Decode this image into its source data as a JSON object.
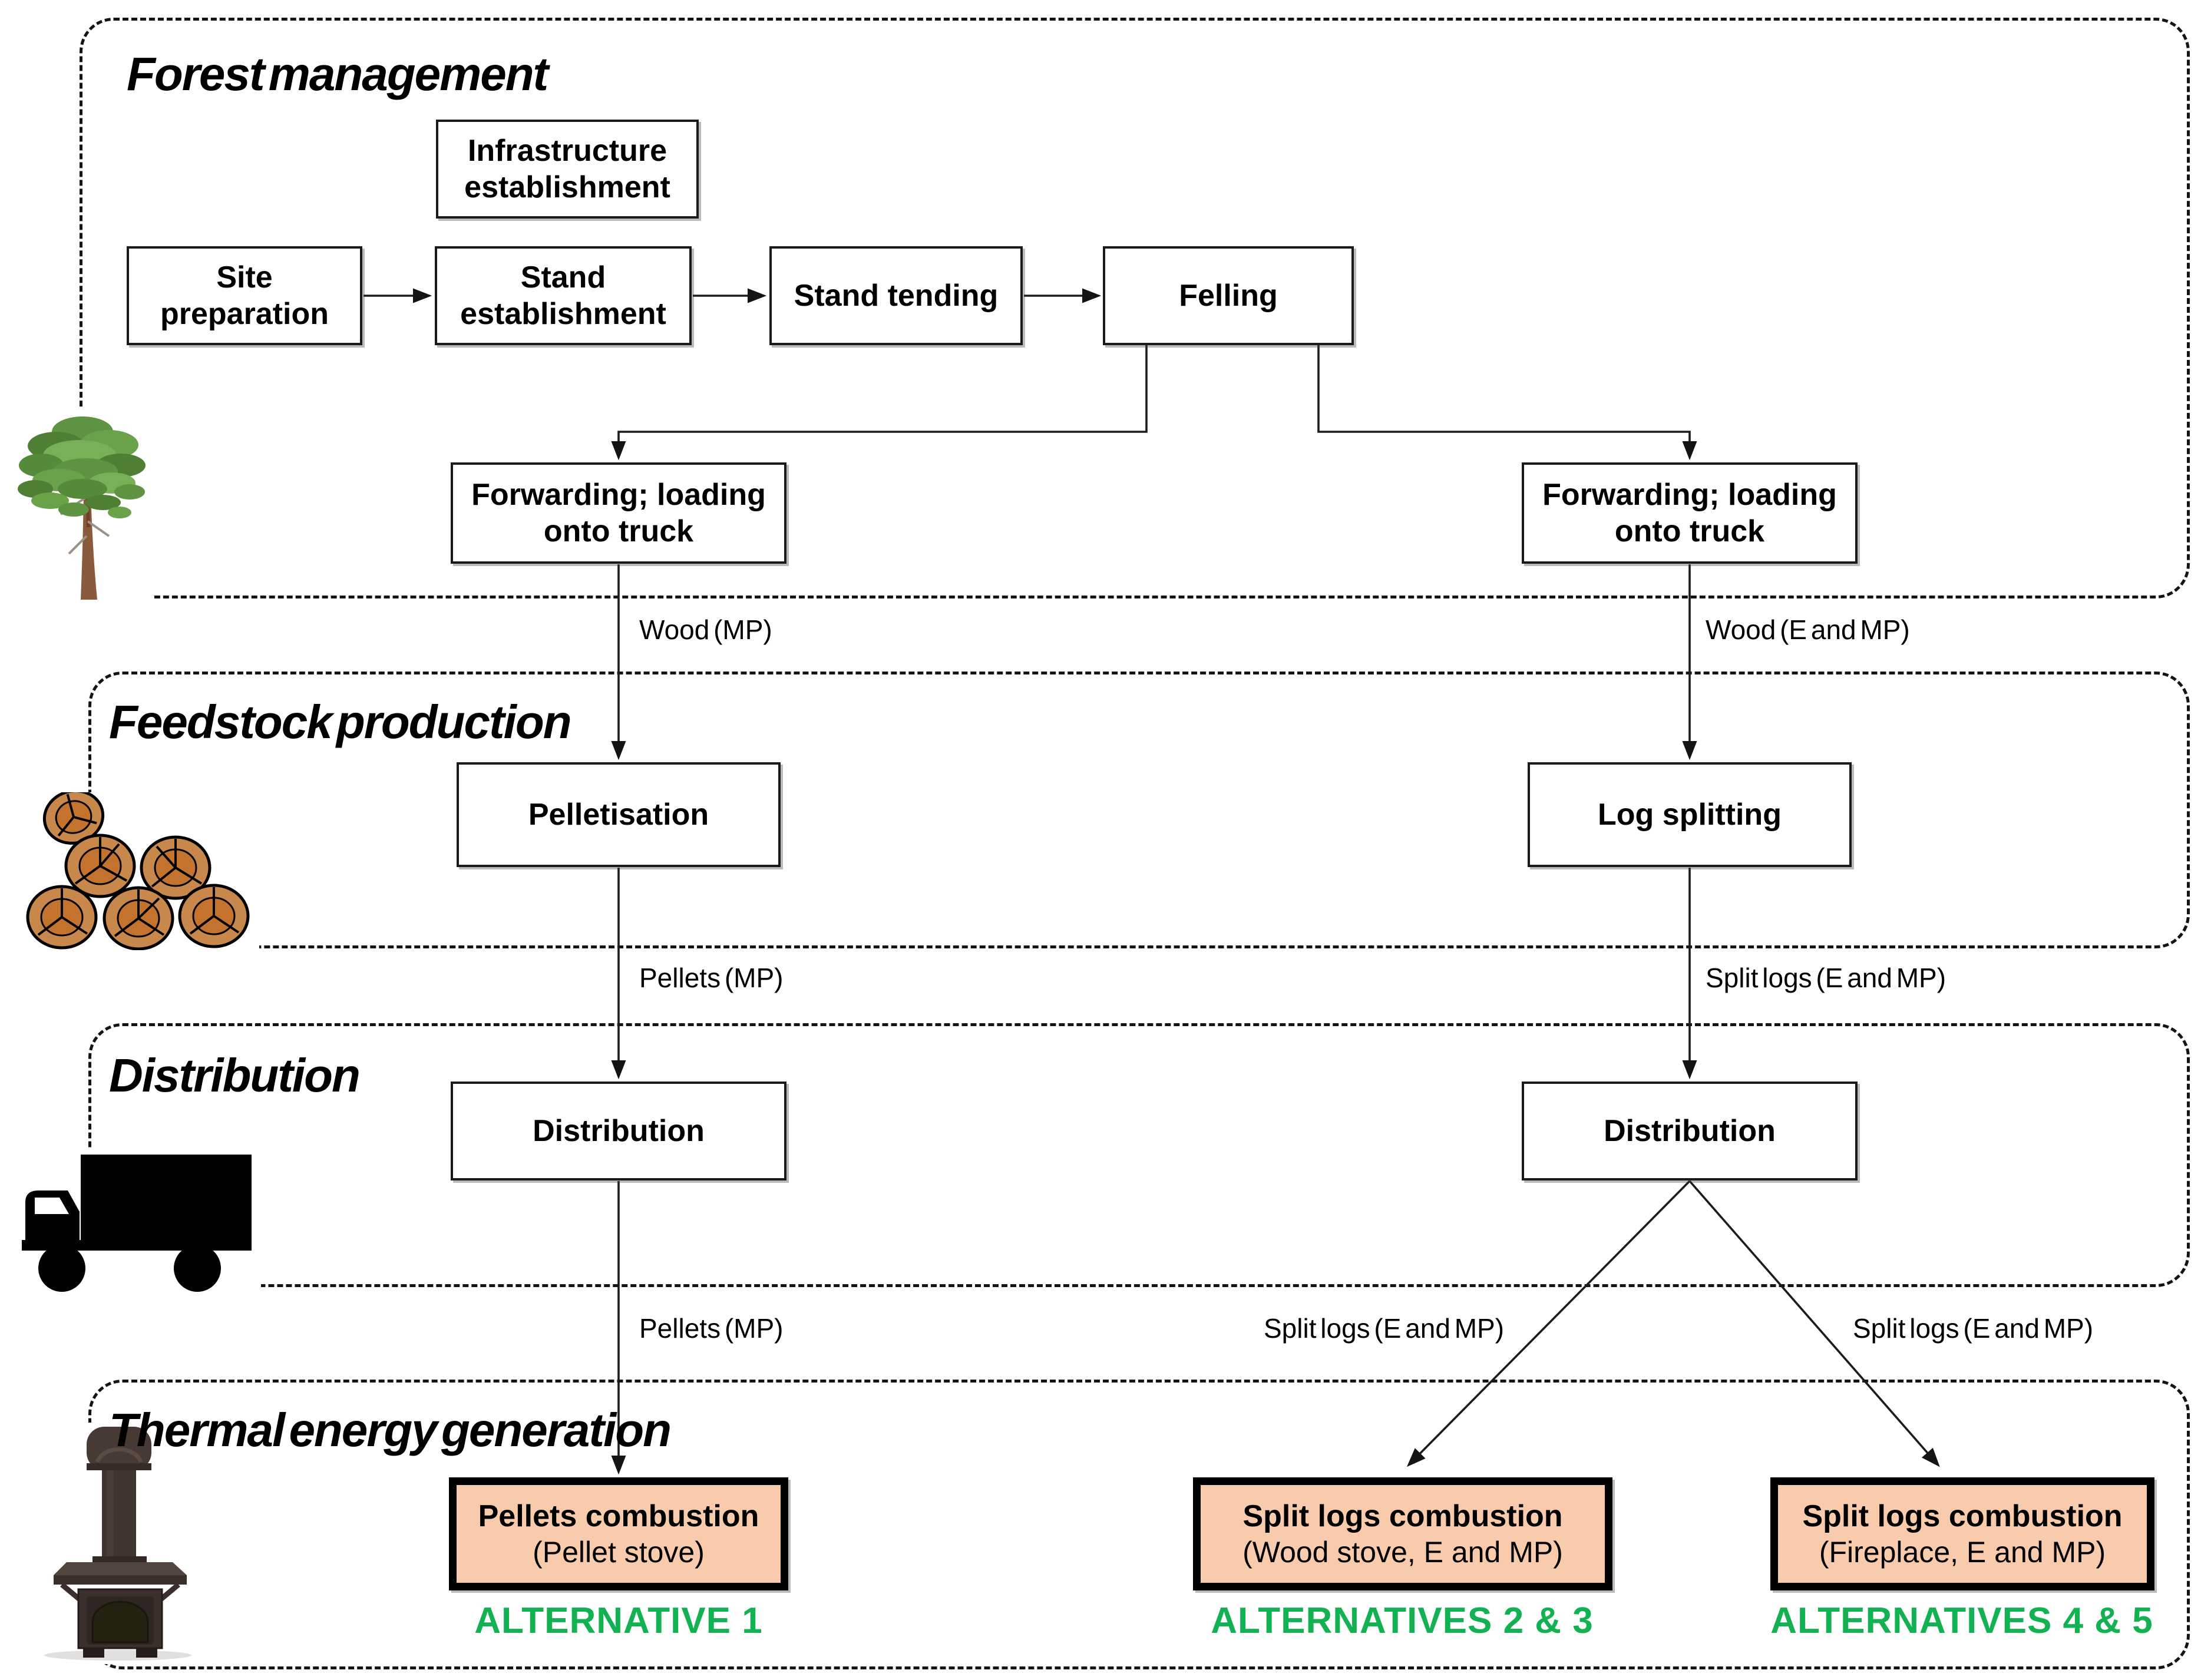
{
  "diagram_title": "Wood fuel life cycle flowchart",
  "sections": {
    "forest_management": {
      "title": "Forest management"
    },
    "feedstock_production": {
      "title": "Feedstock production"
    },
    "distribution": {
      "title": "Distribution"
    },
    "thermal_energy": {
      "title": "Thermal energy generation"
    }
  },
  "boxes": {
    "infrastructure": {
      "label": "Infrastructure establishment"
    },
    "site_preparation": {
      "label": "Site preparation"
    },
    "stand_establishment": {
      "label": "Stand establishment"
    },
    "stand_tending": {
      "label": "Stand tending"
    },
    "felling": {
      "label": "Felling"
    },
    "forwarding_left": {
      "label": "Forwarding; loading onto truck"
    },
    "forwarding_right": {
      "label": "Forwarding; loading onto truck"
    },
    "pelletisation": {
      "label": "Pelletisation"
    },
    "log_splitting": {
      "label": "Log splitting"
    },
    "distribution_left": {
      "label": "Distribution"
    },
    "distribution_right": {
      "label": "Distribution"
    },
    "pellets_combustion": {
      "label": "Pellets combustion",
      "sublabel": "(Pellet stove)"
    },
    "split_logs_wood_stove": {
      "label": "Split logs combustion",
      "sublabel": "(Wood stove, E and MP)"
    },
    "split_logs_fireplace": {
      "label": "Split logs combustion",
      "sublabel": "(Fireplace, E and MP)"
    }
  },
  "flow_labels": {
    "wood_mp": {
      "text": "Wood (MP)"
    },
    "wood_e_mp": {
      "text": "Wood (E and MP)"
    },
    "pellets_mp_1": {
      "text": "Pellets (MP)"
    },
    "split_logs_1": {
      "text": "Split logs (E and MP)"
    },
    "pellets_mp_2": {
      "text": "Pellets (MP)"
    },
    "split_logs_2": {
      "text": "Split logs (E and MP)"
    },
    "split_logs_3": {
      "text": "Split logs (E and MP)"
    }
  },
  "alternatives": {
    "alt_1": {
      "text": "ALTERNATIVE 1"
    },
    "alt_2_3": {
      "text": "ALTERNATIVES 2 & 3"
    },
    "alt_4_5": {
      "text": "ALTERNATIVES 4 & 5"
    }
  },
  "icons": {
    "pine_tree": "pine-tree-icon",
    "log_pile": "log-pile-icon",
    "truck": "delivery-truck-icon",
    "wood_stove": "wood-stove-icon"
  },
  "colors": {
    "combustion_box_fill": "#F8CBAD",
    "alternative_green": "#12B151",
    "line_black": "#1a1a1a"
  }
}
